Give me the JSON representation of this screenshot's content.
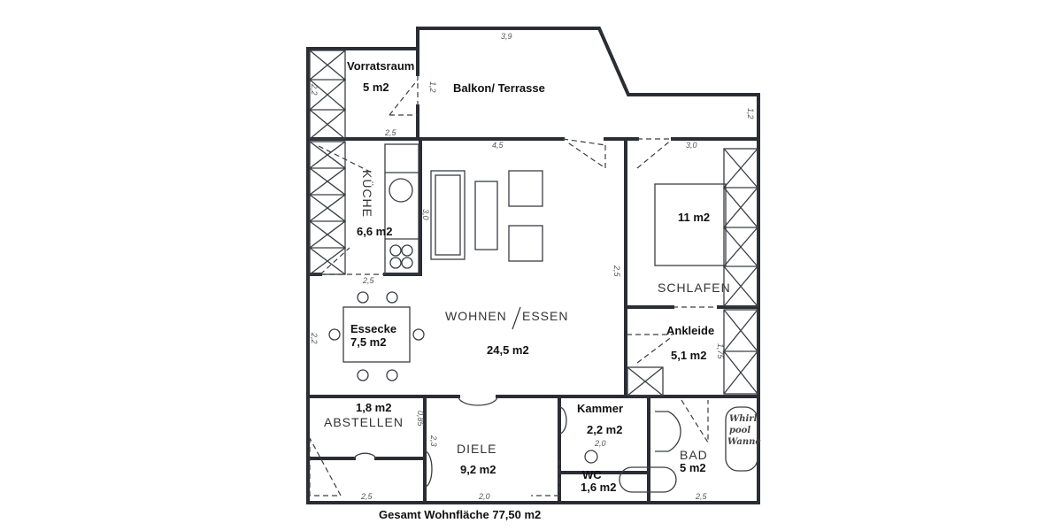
{
  "rooms": {
    "vorrat": {
      "name": "Vorratsraum",
      "area": "5 m2"
    },
    "balkon": {
      "name": "Balkon/ Terrasse"
    },
    "kueche": {
      "name": "KÜCHE",
      "area": "6,6 m2"
    },
    "schlafen": {
      "name": "SCHLAFEN",
      "area": "11 m2"
    },
    "wohnen": {
      "name": "WOHNEN",
      "name2": "ESSEN",
      "area": "24,5 m2"
    },
    "essecke": {
      "name": "Essecke",
      "area": "7,5 m2"
    },
    "ankleide": {
      "name": "Ankleide",
      "area": "5,1 m2"
    },
    "abstellen": {
      "name": "ABSTELLEN",
      "area": "1,8 m2"
    },
    "diele": {
      "name": "DIELE",
      "area": "9,2 m2"
    },
    "kammer": {
      "name": "Kammer",
      "area": "2,2 m2"
    },
    "wc": {
      "name": "WC",
      "area": "1,6 m2"
    },
    "bad": {
      "name": "BAD",
      "area": "5 m2"
    },
    "whirlpool": {
      "line1": "Whirl",
      "line2": "pool",
      "line3": "Wanne"
    }
  },
  "dimensions": {
    "balkon_top": "3,9",
    "vorrat_bottom": "2,5",
    "wohnen_top": "4,5",
    "schlafen_top": "3,0",
    "kueche_side": "3,0",
    "kueche_bottom": "2,5",
    "essecke_side": "2,2",
    "wohnen_side": "2,5",
    "abstellen_side": "0,85",
    "diele_side": "2,3",
    "ankleide_side": "1,75",
    "wc_top": "2,0",
    "bottom_left": "2,5",
    "bottom_mid": "2,0",
    "bottom_right": "2,5",
    "vorrat_side": "1,2",
    "balkon_side": "1,2",
    "left_side": "2,2"
  },
  "total": "Gesamt Wohnfläche 77,50 m2"
}
